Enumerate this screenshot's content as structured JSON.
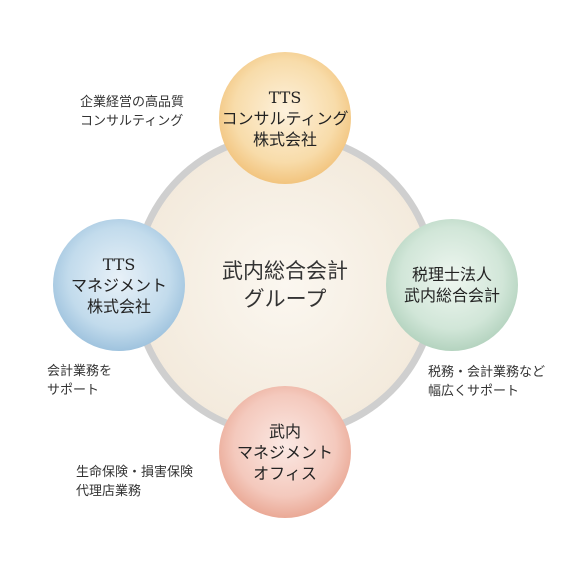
{
  "center": {
    "line1": "武内総合会計",
    "line2": "グループ"
  },
  "nodes": {
    "top": {
      "line1": "TTS",
      "line2": "コンサルティング",
      "line3": "株式会社"
    },
    "left": {
      "line1": "TTS",
      "line2": "マネジメント",
      "line3": "株式会社"
    },
    "right": {
      "line1": "税理士法人",
      "line2": "武内総合会計"
    },
    "bottom": {
      "line1": "武内",
      "line2": "マネジメント",
      "line3": "オフィス"
    }
  },
  "notes": {
    "top": {
      "line1": "企業経営の高品質",
      "line2": "コンサルティング"
    },
    "left": {
      "line1": "会計業務を",
      "line2": "サポート"
    },
    "right": {
      "line1": "税務・会計業務など",
      "line2": "幅広くサポート"
    },
    "bottom": {
      "line1": "生命保険・損害保険",
      "line2": "代理店業務"
    }
  },
  "colors": {
    "center_fill": "#f7f0e6",
    "ring_stroke": "#cfcfcf",
    "top_fill": "#f6d49a",
    "left_fill": "#b6d2e6",
    "right_fill": "#c7dfcf",
    "bottom_fill": "#f1bcae"
  }
}
